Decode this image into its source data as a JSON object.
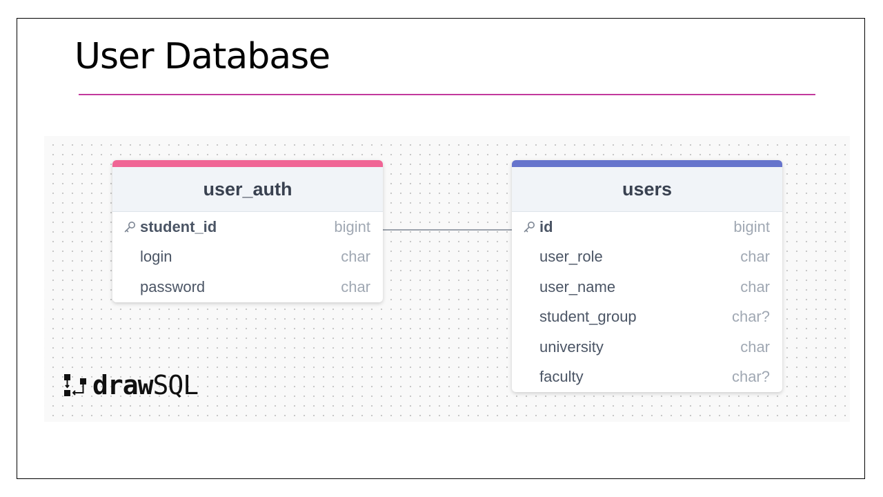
{
  "slide": {
    "title": "User Database"
  },
  "colors": {
    "title_rule": "#c2399c",
    "user_auth_accent": "#f06595",
    "users_accent": "#6674cc"
  },
  "tables": {
    "user_auth": {
      "name": "user_auth",
      "columns": [
        {
          "name": "student_id",
          "type": "bigint",
          "primary_key": true
        },
        {
          "name": "login",
          "type": "char",
          "primary_key": false
        },
        {
          "name": "password",
          "type": "char",
          "primary_key": false
        }
      ]
    },
    "users": {
      "name": "users",
      "columns": [
        {
          "name": "id",
          "type": "bigint",
          "primary_key": true
        },
        {
          "name": "user_role",
          "type": "char",
          "primary_key": false
        },
        {
          "name": "user_name",
          "type": "char",
          "primary_key": false
        },
        {
          "name": "student_group",
          "type": "char?",
          "primary_key": false
        },
        {
          "name": "university",
          "type": "char",
          "primary_key": false
        },
        {
          "name": "faculty",
          "type": "char?",
          "primary_key": false
        }
      ]
    }
  },
  "relationships": [
    {
      "from": "user_auth.student_id",
      "to": "users.id"
    }
  ],
  "logo": {
    "bold": "draw",
    "light": "SQL",
    "icon": "drawsql-logo-icon"
  }
}
